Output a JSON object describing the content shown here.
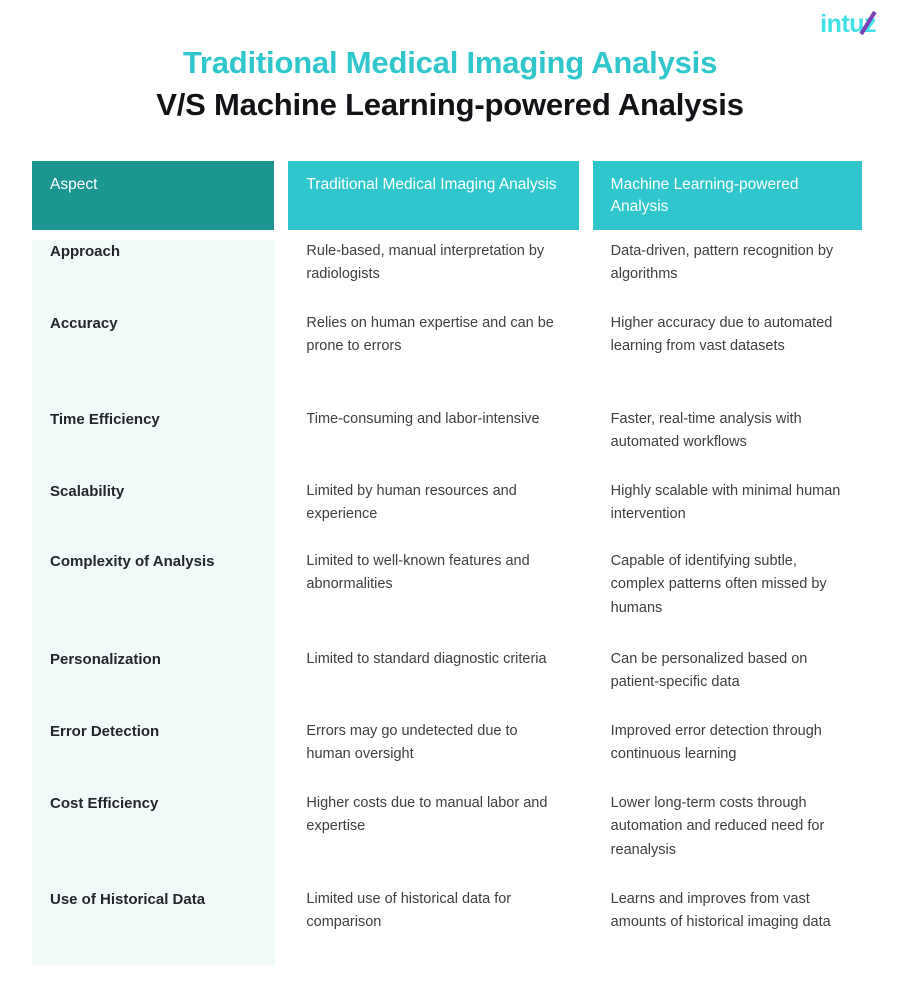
{
  "logo": {
    "text": "intu",
    "last_letter": "z",
    "color": "#3fe0e6",
    "accent_color": "#7b3fb5"
  },
  "title": {
    "line1": "Traditional Medical Imaging Analysis",
    "line2": "V/S Machine Learning-powered Analysis",
    "line1_color": "#2fc7cd",
    "line2_color": "#111316"
  },
  "table": {
    "header_aspect_bg": "#1c9693",
    "header_col_bg": "#2fc7cd",
    "aspect_column_bg": "#f1faf8",
    "headers": [
      "Aspect",
      "Traditional Medical Imaging Analysis",
      "Machine Learning-powered Analysis"
    ],
    "rows": [
      {
        "aspect": "Approach",
        "traditional": "Rule-based, manual interpretation by radiologists",
        "ml": "Data-driven, pattern recognition by algorithms"
      },
      {
        "aspect": "Accuracy",
        "traditional": "Relies on human expertise and can be prone to errors",
        "ml": "Higher accuracy due to automated learning from vast datasets"
      },
      {
        "aspect": "Time Efficiency",
        "traditional": "Time-consuming and labor-intensive",
        "ml": "Faster, real-time analysis with automated workflows"
      },
      {
        "aspect": "Scalability",
        "traditional": "Limited by human resources and experience",
        "ml": "Highly scalable with minimal human intervention"
      },
      {
        "aspect": "Complexity of Analysis",
        "traditional": "Limited to well-known features and abnormalities",
        "ml": "Capable of identifying subtle, complex patterns often missed by humans"
      },
      {
        "aspect": "Personalization",
        "traditional": "Limited to standard diagnostic criteria",
        "ml": "Can be personalized based on patient-specific data"
      },
      {
        "aspect": "Error Detection",
        "traditional": "Errors may go undetected due to human oversight",
        "ml": "Improved error detection through continuous learning"
      },
      {
        "aspect": "Cost Efficiency",
        "traditional": "Higher costs due to manual labor and expertise",
        "ml": "Lower long-term costs through automation and reduced need for reanalysis"
      },
      {
        "aspect": "Use of Historical Data",
        "traditional": "Limited use of historical data for comparison",
        "ml": "Learns and improves from vast amounts of historical imaging data"
      }
    ]
  }
}
